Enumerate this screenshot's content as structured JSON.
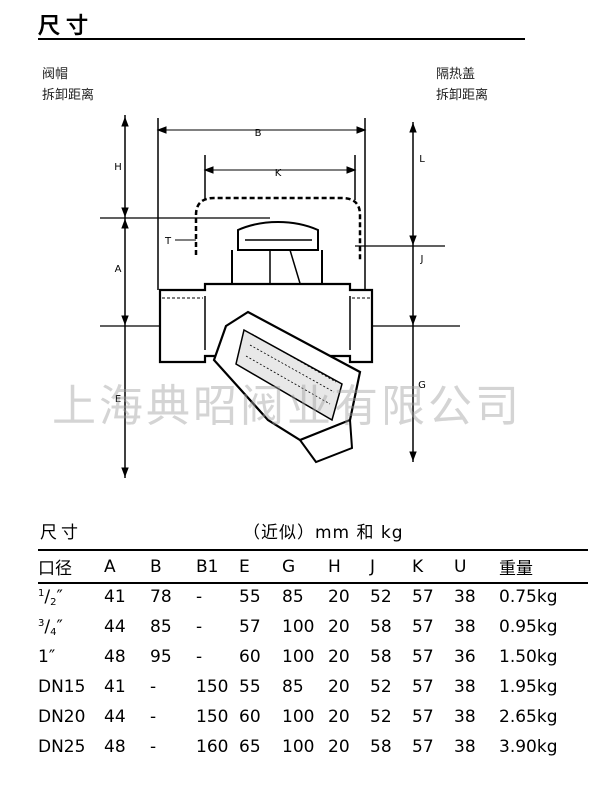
{
  "header": {
    "title": "尺寸"
  },
  "diagram": {
    "left_caption": [
      "阀帽",
      "拆卸距离"
    ],
    "right_caption": [
      "隔热盖",
      "拆卸距离"
    ],
    "dims": [
      "B",
      "K",
      "H",
      "A",
      "E",
      "T",
      "L",
      "J",
      "G"
    ]
  },
  "watermark": "上海典昭阀业有限公司",
  "spec": {
    "title": "尺寸",
    "units_note": "（近似）mm 和 kg",
    "columns": [
      "口径",
      "A",
      "B",
      "B1",
      "E",
      "G",
      "H",
      "J",
      "K",
      "U",
      "重量"
    ],
    "rows": [
      {
        "size": {
          "num": "1",
          "den": "2"
        },
        "cells": [
          "41",
          "78",
          "-",
          "55",
          "85",
          "20",
          "52",
          "57",
          "38",
          "0.75kg"
        ]
      },
      {
        "size": {
          "num": "3",
          "den": "4"
        },
        "cells": [
          "44",
          "85",
          "-",
          "57",
          "100",
          "20",
          "58",
          "57",
          "38",
          "0.95kg"
        ]
      },
      {
        "size": {
          "text": "1″"
        },
        "cells": [
          "48",
          "95",
          "-",
          "60",
          "100",
          "20",
          "58",
          "57",
          "36",
          "1.50kg"
        ]
      },
      {
        "size": {
          "text": "DN15"
        },
        "cells": [
          "41",
          "-",
          "150",
          "55",
          "85",
          "20",
          "52",
          "57",
          "38",
          "1.95kg"
        ]
      },
      {
        "size": {
          "text": "DN20"
        },
        "cells": [
          "44",
          "-",
          "150",
          "60",
          "100",
          "20",
          "52",
          "57",
          "38",
          "2.65kg"
        ]
      },
      {
        "size": {
          "text": "DN25"
        },
        "cells": [
          "48",
          "-",
          "160",
          "65",
          "100",
          "20",
          "58",
          "57",
          "38",
          "3.90kg"
        ]
      }
    ]
  }
}
